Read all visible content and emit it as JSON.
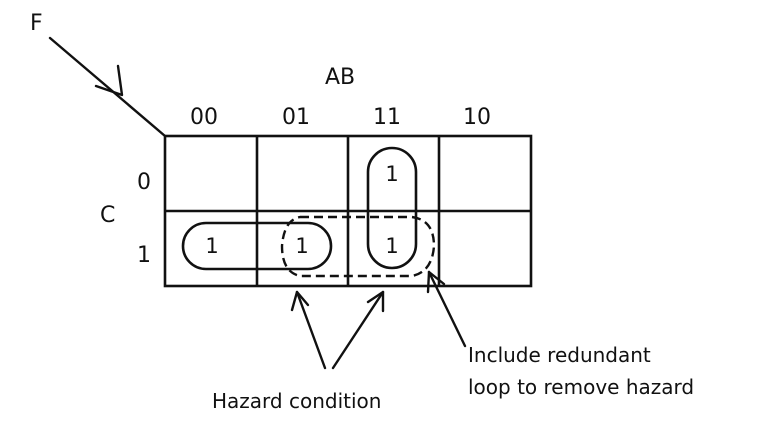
{
  "function_label": "F",
  "var_columns": "AB",
  "var_rows": "C",
  "column_codes": [
    "00",
    "01",
    "11",
    "10"
  ],
  "row_codes": [
    "0",
    "1"
  ],
  "cells": [
    [
      "",
      "",
      "1",
      ""
    ],
    [
      "1",
      "1",
      "1",
      ""
    ]
  ],
  "annotations": {
    "hazard": "Hazard condition",
    "redundant_line1": "Include redundant",
    "redundant_line2": "loop to remove hazard"
  }
}
